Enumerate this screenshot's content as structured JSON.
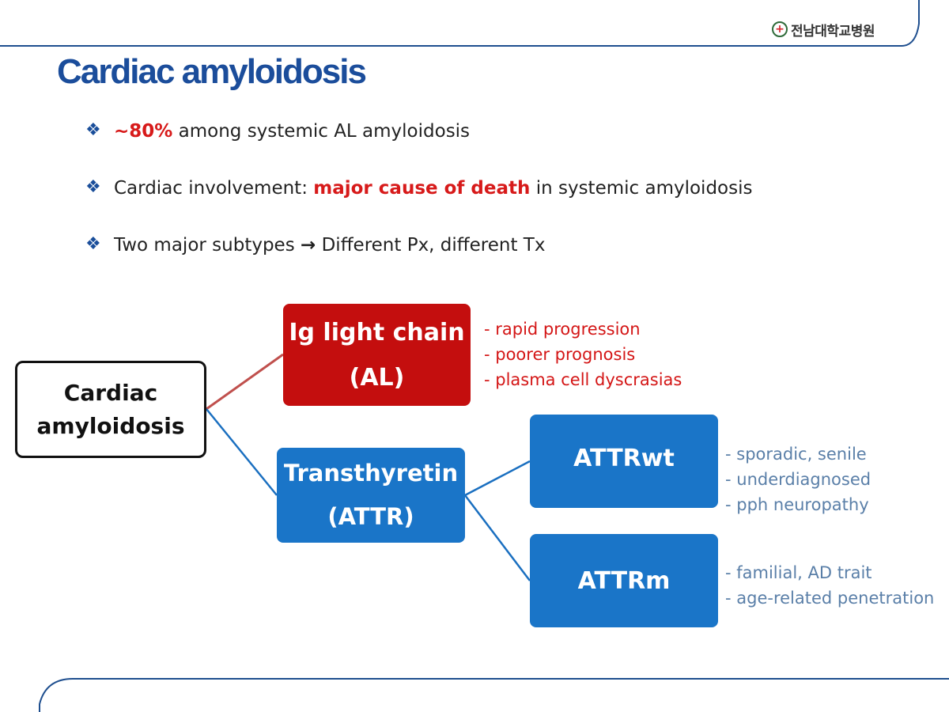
{
  "header": {
    "logo_text": "전남대학교병원",
    "logo_symbol": "+",
    "title": "Cardiac amyloidosis"
  },
  "bullets": [
    {
      "icon": "❖",
      "highlight": "~80%",
      "text": " among systemic AL amyloidosis"
    },
    {
      "icon": "❖",
      "prefix": "Cardiac involvement: ",
      "highlight": "major cause of death",
      "suffix": " in systemic amyloidosis"
    },
    {
      "icon": "❖",
      "prefix": "Two major subtypes ",
      "arrow": "→",
      "suffix": " Different Px, different Tx"
    }
  ],
  "diagram": {
    "root": {
      "line1": "Cardiac",
      "line2": "amyloidosis"
    },
    "al": {
      "line1": "Ig light chain",
      "line2": "(AL)",
      "notes": [
        "- rapid progression",
        "- poorer prognosis",
        "- plasma cell dyscrasias"
      ]
    },
    "attr": {
      "line1": "Transthyretin",
      "line2": "(ATTR)"
    },
    "attrwt": {
      "label": "ATTRwt",
      "notes": [
        "- sporadic, senile",
        "- underdiagnosed",
        "- pph neuropathy"
      ]
    },
    "attrm": {
      "label": "ATTRm",
      "notes": [
        "- familial, AD trait",
        "- age-related penetration"
      ]
    }
  },
  "colors": {
    "title": "#1b4d9b",
    "accent_red": "#d71a1a",
    "al_box": "#c40e0e",
    "attr_box": "#1a75c8",
    "al_connector": "#c0504d",
    "attr_connector": "#1a6fc0",
    "note_blue": "#5a7fa8"
  }
}
